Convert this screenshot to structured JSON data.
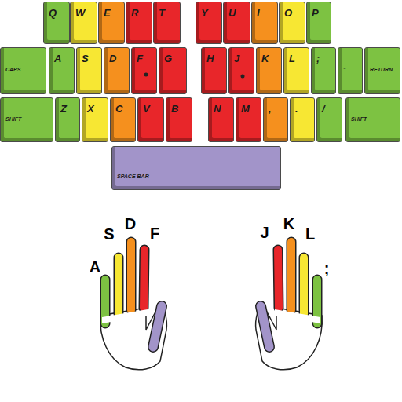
{
  "diagram": {
    "nodes": [
      {
        "text": [
          "Q"
        ]
      },
      {
        "text": [
          "W"
        ]
      },
      {
        "text": [
          "E"
        ]
      },
      {
        "text": [
          "R"
        ]
      },
      {
        "text": [
          "T"
        ]
      },
      {
        "text": [
          "Y"
        ]
      },
      {
        "text": [
          "U"
        ]
      },
      {
        "text": [
          "I"
        ]
      },
      {
        "text": [
          "O"
        ]
      },
      {
        "text": [
          "P"
        ]
      },
      {
        "text": [
          "CAPS"
        ]
      },
      {
        "text": [
          "A"
        ]
      },
      {
        "text": [
          "S"
        ]
      },
      {
        "text": [
          "D"
        ]
      },
      {
        "text": [
          "F"
        ]
      },
      {
        "text": [
          "G"
        ]
      },
      {
        "text": [
          "H"
        ]
      },
      {
        "text": [
          "J"
        ]
      },
      {
        "text": [
          "K"
        ]
      },
      {
        "text": [
          "L"
        ]
      },
      {
        "text": [
          ";"
        ]
      },
      {
        "text": [
          "\""
        ]
      },
      {
        "text": [
          "RETURN"
        ]
      },
      {
        "text": [
          "SHIFT"
        ]
      },
      {
        "text": [
          "Z"
        ]
      },
      {
        "text": [
          "X"
        ]
      },
      {
        "text": [
          "C"
        ]
      },
      {
        "text": [
          "V"
        ]
      },
      {
        "text": [
          "B"
        ]
      },
      {
        "text": [
          "N"
        ]
      },
      {
        "text": [
          "M"
        ]
      },
      {
        "text": [
          ","
        ]
      },
      {
        "text": [
          "."
        ]
      },
      {
        "text": [
          "/"
        ]
      },
      {
        "text": [
          "SHIFT"
        ]
      },
      {
        "text": [
          "SPACE BAR"
        ]
      }
    ],
    "labels": [
      "A",
      "S",
      "D",
      "F",
      "J",
      "K",
      "L",
      ";"
    ]
  }
}
